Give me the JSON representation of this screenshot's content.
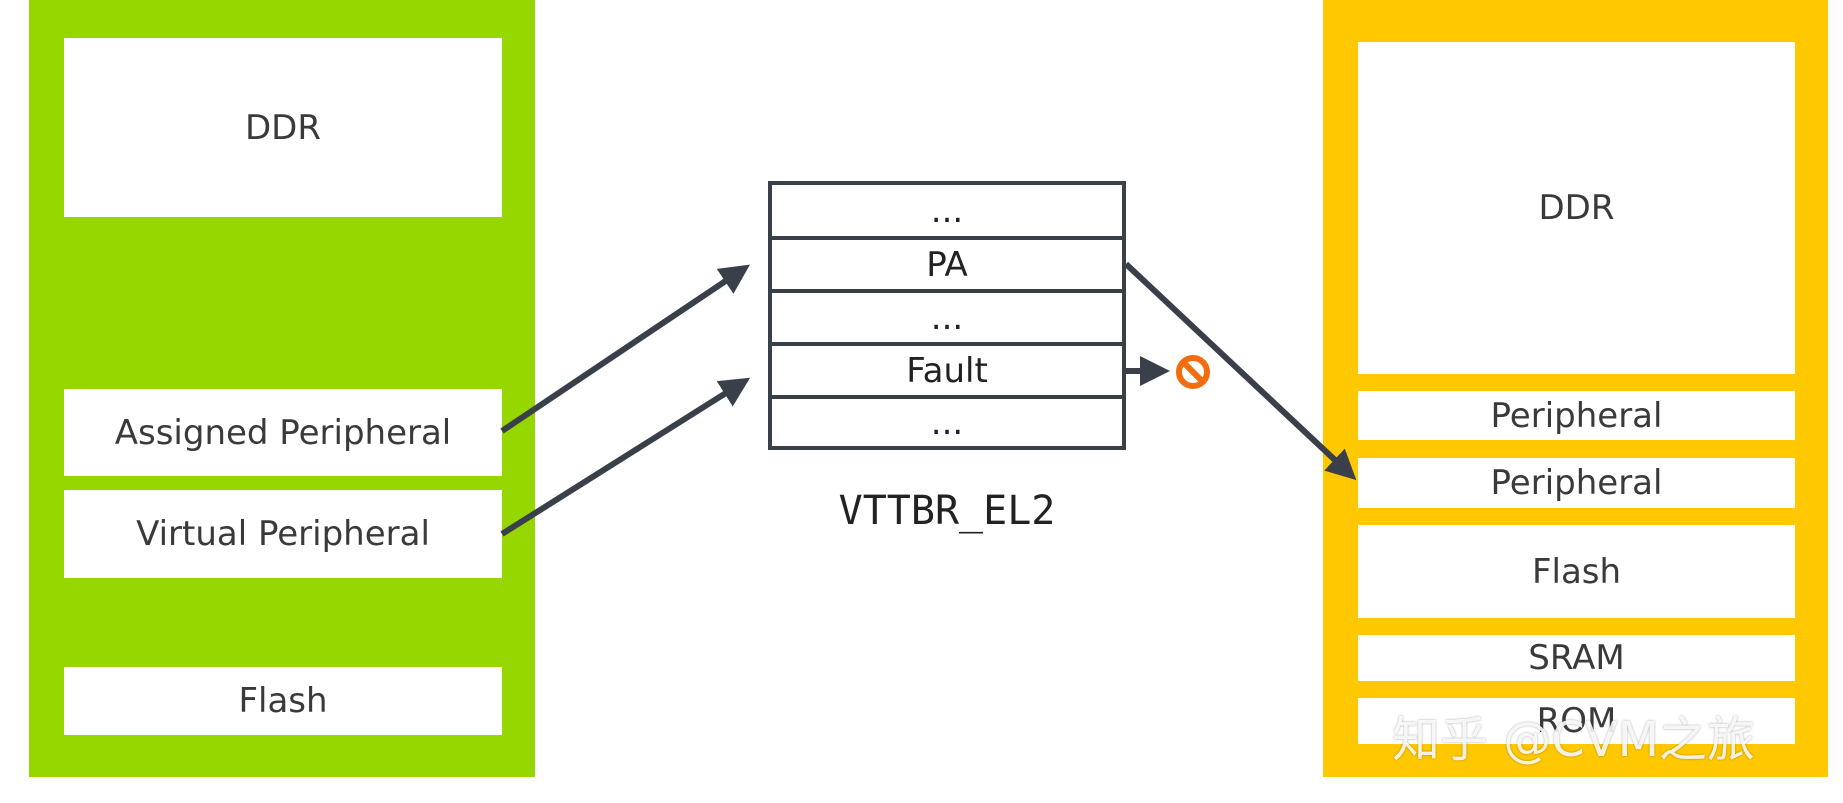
{
  "colors": {
    "guest_panel": "#96d700",
    "physical_panel": "#ffc800",
    "arrow": "#3a4049",
    "fault_icon": "#f26d0d"
  },
  "guest_map": {
    "ddr": "DDR",
    "assigned_peripheral": "Assigned Peripheral",
    "virtual_peripheral": "Virtual Peripheral",
    "flash": "Flash"
  },
  "translation_table": {
    "rows": [
      "...",
      "PA",
      "...",
      "Fault",
      "..."
    ],
    "label": "VTTBR_EL2"
  },
  "physical_map": {
    "ddr": "DDR",
    "peripheral_1": "Peripheral",
    "peripheral_2": "Peripheral",
    "flash": "Flash",
    "sram": "SRAM",
    "rom": "ROM"
  },
  "watermark": "知乎 @CVM之旅",
  "icons": {
    "fault": "blocked-icon"
  }
}
